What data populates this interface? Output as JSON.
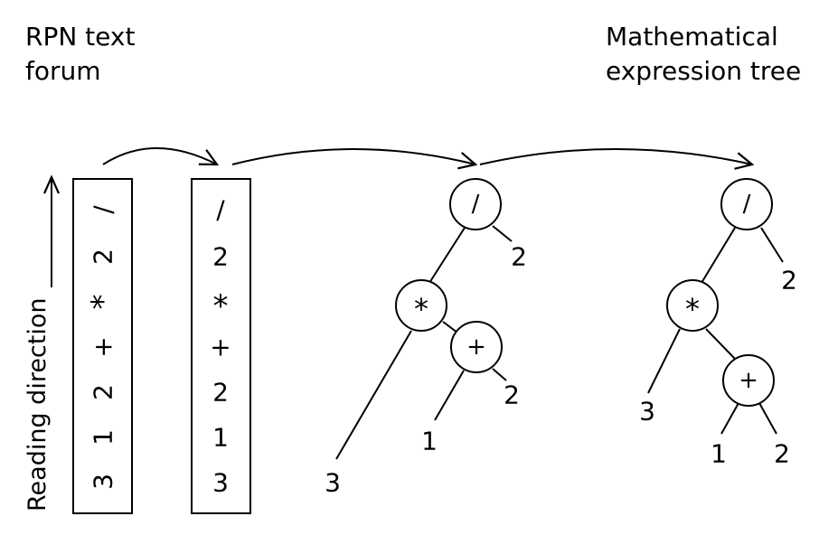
{
  "headings": {
    "left": [
      "RPN text",
      "forum"
    ],
    "right": [
      "Mathematical",
      "expression tree"
    ]
  },
  "reading_direction_label": "Reading direction",
  "rpn_box": {
    "tokens": [
      "3",
      "1",
      "2",
      "+",
      "*",
      "2",
      "/"
    ]
  },
  "stack_box": {
    "tokens": [
      "/",
      "2",
      "*",
      "+",
      "2",
      "1",
      "3"
    ]
  },
  "tree_partial": {
    "root": "/",
    "root_right": "2",
    "mul": "*",
    "mul_left": "3",
    "plus": "+",
    "plus_left": "1",
    "plus_right": "2"
  },
  "tree_full": {
    "root": "/",
    "root_right": "2",
    "mul": "*",
    "mul_left": "3",
    "plus": "+",
    "plus_left": "1",
    "plus_right": "2"
  }
}
